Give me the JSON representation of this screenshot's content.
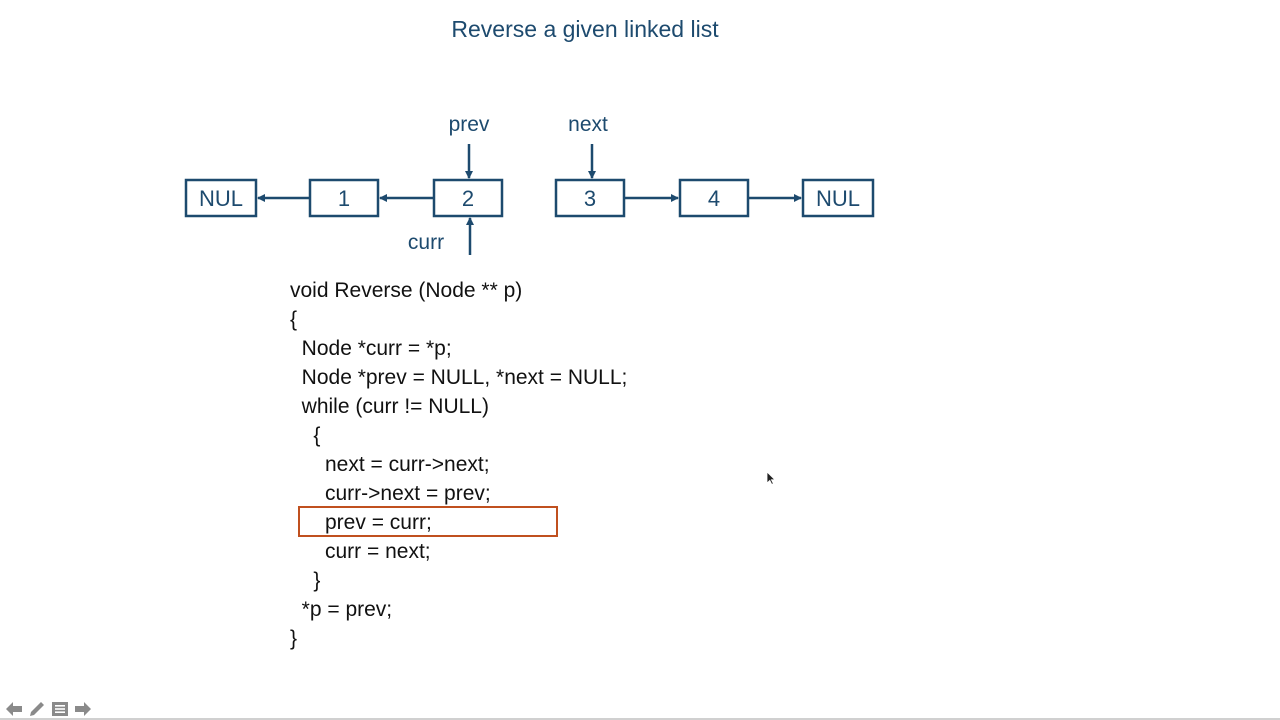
{
  "slide": {
    "title": "Reverse a given linked list"
  },
  "diagram": {
    "nodes": [
      {
        "label": "NUL"
      },
      {
        "label": "1"
      },
      {
        "label": "2"
      },
      {
        "label": "3"
      },
      {
        "label": "4"
      },
      {
        "label": "NUL"
      }
    ],
    "pointers": {
      "prev": "prev",
      "next": "next",
      "curr": "curr"
    }
  },
  "code": {
    "lines": [
      "void Reverse (Node ** p)",
      "{",
      "  Node *curr = *p;",
      "  Node *prev = NULL, *next = NULL;",
      "  while (curr != NULL)",
      "    {",
      "      next = curr->next;",
      "      curr->next = prev;",
      "      prev = curr;",
      "      curr = next;",
      "    }",
      "  *p = prev;",
      "}"
    ],
    "highlighted_line": "      prev = curr;"
  },
  "colors": {
    "diagram": "#1d4a6e",
    "highlight": "#c0501f"
  },
  "icons": [
    "arrow-left-icon",
    "pencil-icon",
    "menu-icon",
    "arrow-right-icon"
  ]
}
